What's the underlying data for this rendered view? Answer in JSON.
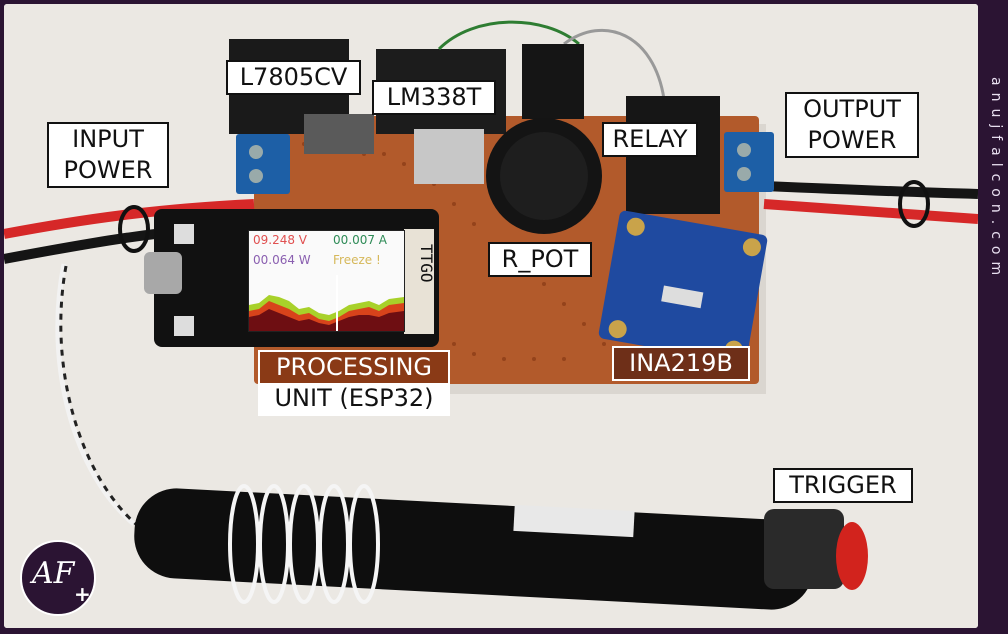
{
  "labels": {
    "l7805": "L7805CV",
    "lm338": "LM338T",
    "input_power_line1": "INPUT",
    "input_power_line2": "POWER",
    "output_power_line1": "OUTPUT",
    "output_power_line2": "POWER",
    "relay": "RELAY",
    "r_pot": "R_POT",
    "ina219": "INA219B",
    "processing_line1": "PROCESSING",
    "processing_line2": "UNIT (ESP32)",
    "trigger": "TRIGGER"
  },
  "display": {
    "voltage": "09.248 V",
    "current": "00.007 A",
    "power": "00.064 W",
    "status": "Freeze !",
    "brand": "TTGO",
    "colors": {
      "voltage": "#e05050",
      "current": "#2e8b57",
      "power": "#8a5fb0",
      "status": "#d6b85a"
    }
  },
  "watermark": "anujfalcon.com",
  "logo": {
    "text": "AF",
    "plus": "+"
  }
}
